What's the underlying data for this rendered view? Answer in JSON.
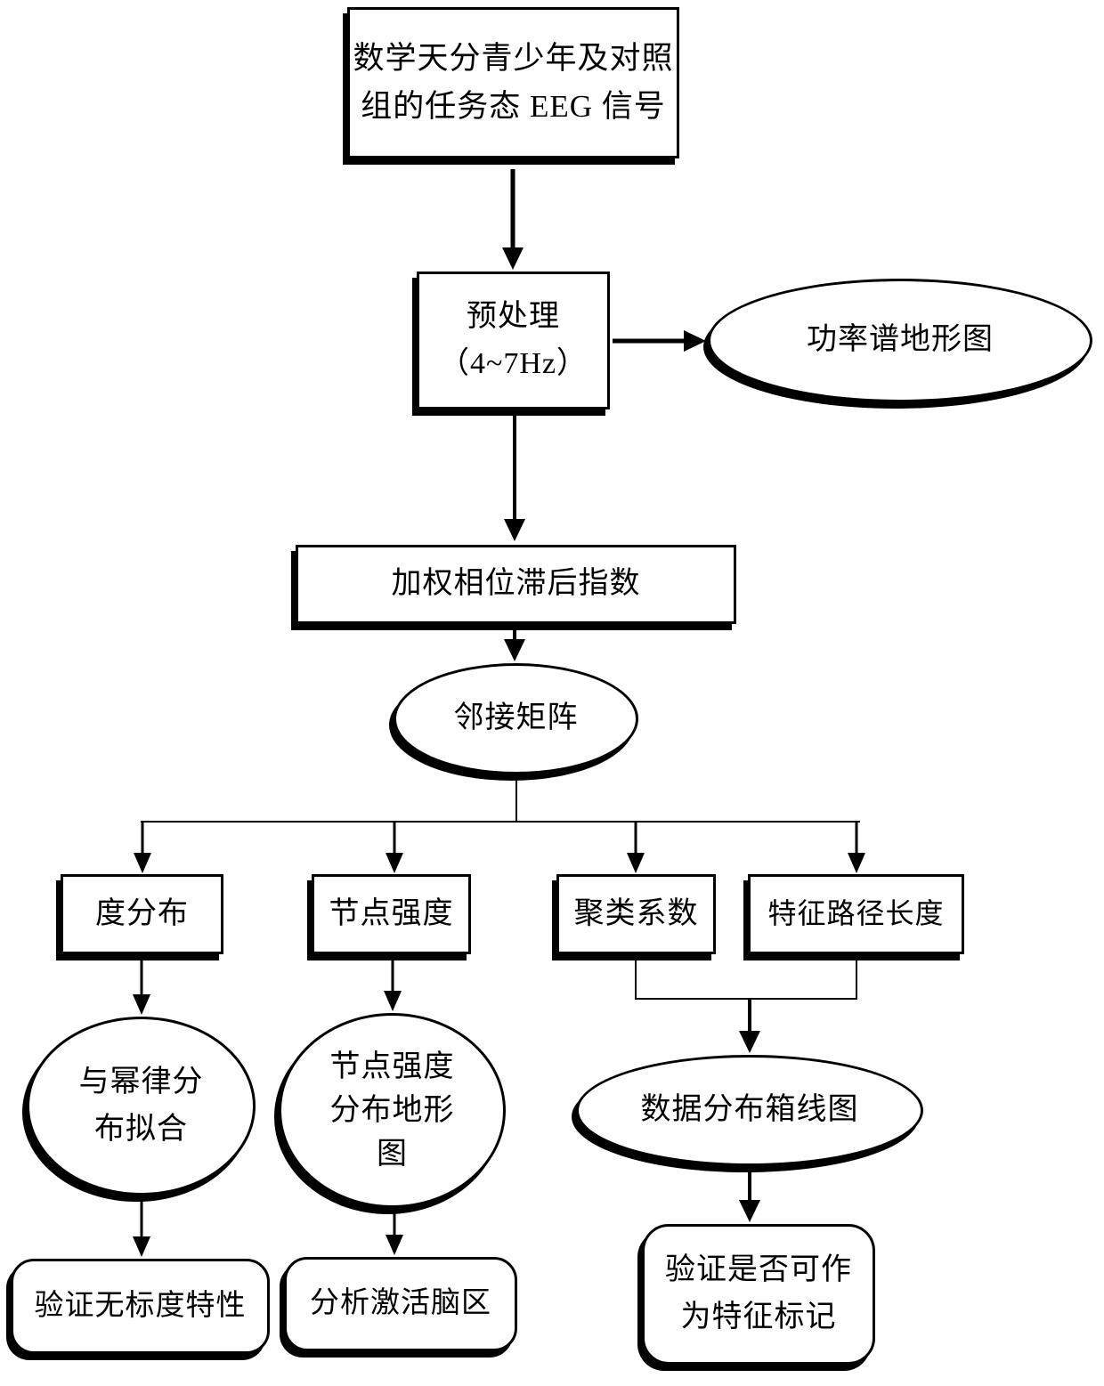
{
  "diagram": {
    "type": "flowchart",
    "colors": {
      "stroke": "#000000",
      "background": "#ffffff",
      "text": "#000000"
    },
    "nodes": {
      "eeg_signal": {
        "shape": "rect",
        "lines": [
          "数学天分青少年及对照",
          "组的任务态 EEG 信号"
        ]
      },
      "preprocess": {
        "shape": "rect",
        "lines": [
          "预处理",
          "（4~7Hz）"
        ]
      },
      "power_spectrum_topomap": {
        "shape": "ellipse",
        "label": "功率谱地形图"
      },
      "weighted_phase_lag_index": {
        "shape": "rect",
        "label": "加权相位滞后指数"
      },
      "adjacency_matrix": {
        "shape": "ellipse",
        "label": "邻接矩阵"
      },
      "degree_distribution": {
        "shape": "rect",
        "label": "度分布"
      },
      "node_strength": {
        "shape": "rect",
        "label": "节点强度"
      },
      "clustering_coefficient": {
        "shape": "rect",
        "label": "聚类系数"
      },
      "characteristic_path_length": {
        "shape": "rect",
        "label": "特征路径长度"
      },
      "power_law_fit": {
        "shape": "ellipse",
        "lines": [
          "与幂律分",
          "布拟合"
        ]
      },
      "node_strength_topomap": {
        "shape": "ellipse",
        "lines": [
          "节点强度",
          "分布地形",
          "图"
        ]
      },
      "data_boxplot": {
        "shape": "ellipse",
        "label": "数据分布箱线图"
      },
      "verify_scale_free": {
        "shape": "rounded-rect",
        "label": "验证无标度特性"
      },
      "analyze_activated_brain_regions": {
        "shape": "rounded-rect",
        "label": "分析激活脑区"
      },
      "verify_feature_marker": {
        "shape": "rounded-rect",
        "lines": [
          "验证是否可作",
          "为特征标记"
        ]
      }
    },
    "edges": [
      "eeg_signal -> preprocess",
      "preprocess -> power_spectrum_topomap",
      "preprocess -> weighted_phase_lag_index",
      "weighted_phase_lag_index -> adjacency_matrix",
      "adjacency_matrix -> degree_distribution",
      "adjacency_matrix -> node_strength",
      "adjacency_matrix -> clustering_coefficient",
      "adjacency_matrix -> characteristic_path_length",
      "degree_distribution -> power_law_fit",
      "node_strength -> node_strength_topomap",
      "clustering_coefficient + characteristic_path_length -> data_boxplot",
      "power_law_fit -> verify_scale_free",
      "node_strength_topomap -> analyze_activated_brain_regions",
      "data_boxplot -> verify_feature_marker"
    ]
  }
}
